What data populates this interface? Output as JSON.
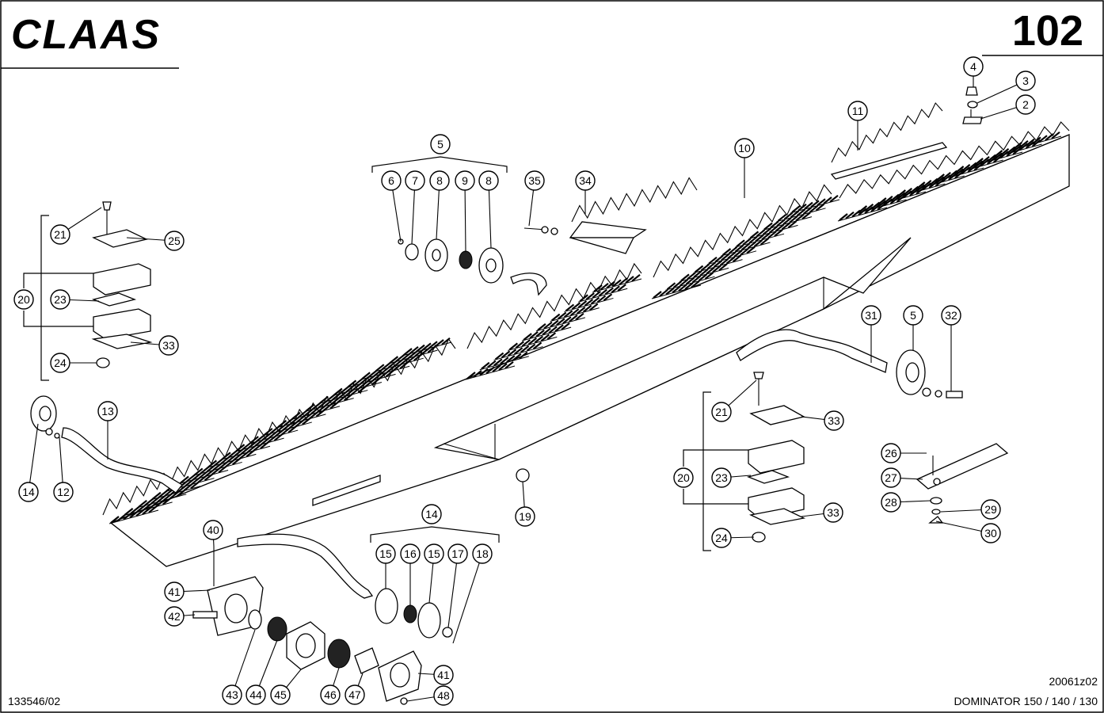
{
  "header": {
    "brand": "CLAAS",
    "page_number": "102"
  },
  "footer": {
    "drawing_number": "133546/02",
    "figure_code": "20061z02",
    "model": "DOMINATOR 150 / 140 / 130"
  },
  "callouts": [
    {
      "id": "c4",
      "label": "4"
    },
    {
      "id": "c3",
      "label": "3"
    },
    {
      "id": "c2",
      "label": "2"
    },
    {
      "id": "c11",
      "label": "11"
    },
    {
      "id": "c10",
      "label": "10"
    },
    {
      "id": "c5a",
      "label": "5"
    },
    {
      "id": "c6",
      "label": "6"
    },
    {
      "id": "c7",
      "label": "7"
    },
    {
      "id": "c8a",
      "label": "8"
    },
    {
      "id": "c9",
      "label": "9"
    },
    {
      "id": "c8b",
      "label": "8"
    },
    {
      "id": "c35",
      "label": "35"
    },
    {
      "id": "c34",
      "label": "34"
    },
    {
      "id": "c21a",
      "label": "21"
    },
    {
      "id": "c25",
      "label": "25"
    },
    {
      "id": "c20a",
      "label": "20"
    },
    {
      "id": "c23a",
      "label": "23"
    },
    {
      "id": "c33a",
      "label": "33"
    },
    {
      "id": "c24a",
      "label": "24"
    },
    {
      "id": "c13",
      "label": "13"
    },
    {
      "id": "c14a",
      "label": "14"
    },
    {
      "id": "c12",
      "label": "12"
    },
    {
      "id": "c31",
      "label": "31"
    },
    {
      "id": "c5b",
      "label": "5"
    },
    {
      "id": "c32",
      "label": "32"
    },
    {
      "id": "c21b",
      "label": "21"
    },
    {
      "id": "c33b",
      "label": "33"
    },
    {
      "id": "c20b",
      "label": "20"
    },
    {
      "id": "c23b",
      "label": "23"
    },
    {
      "id": "c33c",
      "label": "33"
    },
    {
      "id": "c24b",
      "label": "24"
    },
    {
      "id": "c26",
      "label": "26"
    },
    {
      "id": "c27",
      "label": "27"
    },
    {
      "id": "c28",
      "label": "28"
    },
    {
      "id": "c29",
      "label": "29"
    },
    {
      "id": "c30",
      "label": "30"
    },
    {
      "id": "c19",
      "label": "19"
    },
    {
      "id": "c14b",
      "label": "14"
    },
    {
      "id": "c15a",
      "label": "15"
    },
    {
      "id": "c16",
      "label": "16"
    },
    {
      "id": "c15b",
      "label": "15"
    },
    {
      "id": "c17",
      "label": "17"
    },
    {
      "id": "c18",
      "label": "18"
    },
    {
      "id": "c40",
      "label": "40"
    },
    {
      "id": "c41a",
      "label": "41"
    },
    {
      "id": "c42",
      "label": "42"
    },
    {
      "id": "c43",
      "label": "43"
    },
    {
      "id": "c44",
      "label": "44"
    },
    {
      "id": "c45",
      "label": "45"
    },
    {
      "id": "c46",
      "label": "46"
    },
    {
      "id": "c47",
      "label": "47"
    },
    {
      "id": "c41b",
      "label": "41"
    },
    {
      "id": "c48",
      "label": "48"
    }
  ]
}
